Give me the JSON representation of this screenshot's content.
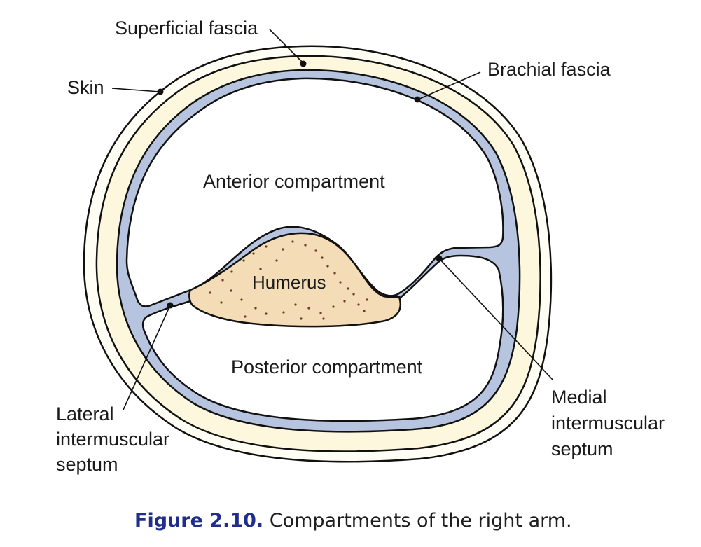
{
  "figure": {
    "number_label": "Figure 2.10.",
    "caption_text": " Compartments of the right arm.",
    "colors": {
      "skin_fill": "#fffef4",
      "superficial_fascia_fill": "#fdf8dd",
      "brachial_fascia_fill": "#b7c4e0",
      "humerus_fill": "#f3dcb6",
      "outline": "#111111",
      "caption_number": "#1f2e8c"
    }
  },
  "labels": {
    "superficial_fascia": "Superficial fascia",
    "skin": "Skin",
    "brachial_fascia": "Brachial fascia",
    "anterior_compartment": "Anterior compartment",
    "humerus": "Humerus",
    "posterior_compartment": "Posterior compartment",
    "lateral_septum": [
      "Lateral",
      "intermuscular",
      "septum"
    ],
    "medial_septum": [
      "Medial",
      "intermuscular",
      "septum"
    ]
  }
}
